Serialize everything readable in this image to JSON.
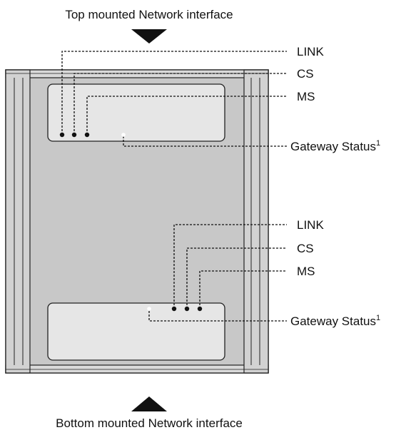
{
  "top_caption": "Top mounted Network interface",
  "bottom_caption": "Bottom mounted Network interface",
  "top_interface": {
    "labels": {
      "link": "LINK",
      "cs": "CS",
      "ms": "MS",
      "gateway": "Gateway Status",
      "gateway_sup": "1"
    }
  },
  "bottom_interface": {
    "labels": {
      "link": "LINK",
      "cs": "CS",
      "ms": "MS",
      "gateway": "Gateway Status",
      "gateway_sup": "1"
    }
  },
  "colors": {
    "housing": "#c8c8c8",
    "panel": "#e6e6e6",
    "led": "#111111",
    "gateway_led": "#ffffff"
  }
}
